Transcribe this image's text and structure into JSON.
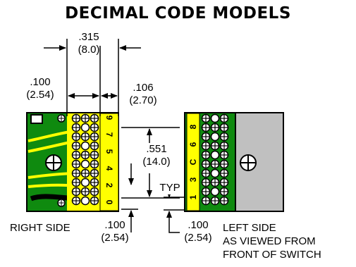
{
  "title": "DECIMAL CODE MODELS",
  "dims": {
    "pitch_in": ".315",
    "pitch_mm": "(8.0)",
    "left_margin_in": ".100",
    "left_margin_mm": "(2.54)",
    "right_margin_in": ".106",
    "right_margin_mm": "(2.70)",
    "height_in": ".551",
    "height_mm": "(14.0)",
    "typ": "TYP",
    "bottom_left_in": ".100",
    "bottom_left_mm": "(2.54)",
    "bottom_right_in": ".100",
    "bottom_right_mm": "(2.54)"
  },
  "labels": {
    "right_side": "RIGHT SIDE",
    "left_side_1": "LEFT SIDE",
    "left_side_2": "AS VIEWED FROM",
    "left_side_3": "FRONT OF SWITCH"
  },
  "right_side_digits": [
    "9",
    "7",
    "5",
    "4",
    "2",
    "0"
  ],
  "left_side_digits": [
    "8",
    "6",
    "C",
    "3",
    "1"
  ],
  "colors": {
    "board": "#0f8a0f",
    "pad": "#ffff00",
    "housing": "#c0c0c0",
    "line": "#000000"
  }
}
